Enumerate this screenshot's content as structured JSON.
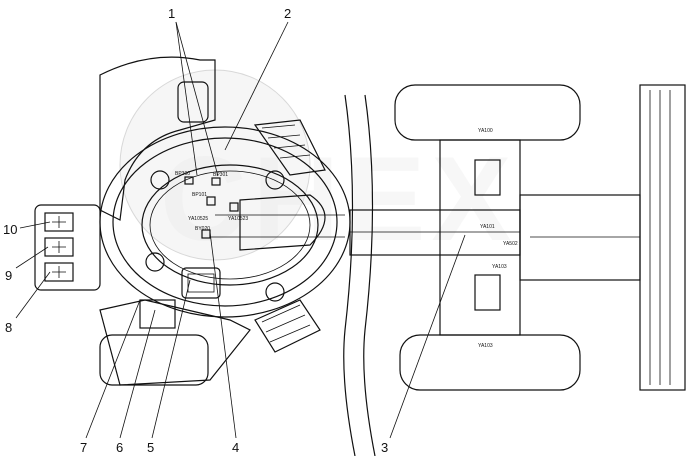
{
  "callouts": {
    "c1": "1",
    "c2": "2",
    "c3": "3",
    "c4": "4",
    "c5": "5",
    "c6": "6",
    "c7": "7",
    "c8": "8",
    "c9": "9",
    "c10": "10"
  },
  "sensor_tags": {
    "bp300": "BP300",
    "bp301": "BP301",
    "bp101": "BP101",
    "ya10525": "YA10525",
    "ya10523": "YA10523",
    "by020": "BY020",
    "ya100": "YA100",
    "ya502": "YA502",
    "ya101": "YA101",
    "ya103": "YA103",
    "ya103b": "YA103"
  },
  "watermark": "CHEX",
  "colors": {
    "ink": "#111111",
    "watermark": "#e6e6e6",
    "background": "#ffffff"
  }
}
